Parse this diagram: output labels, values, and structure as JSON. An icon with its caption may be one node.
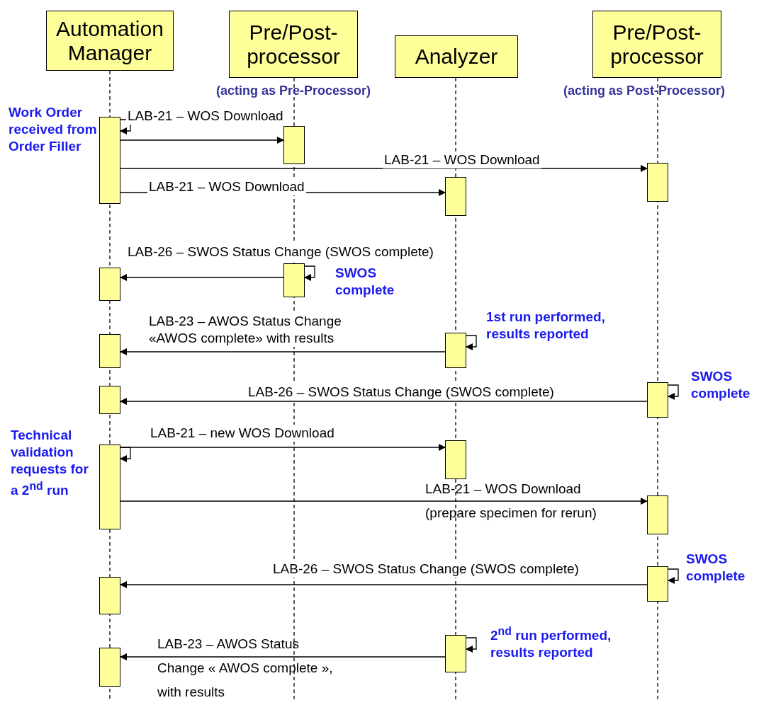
{
  "diagram": {
    "nodes": [
      {
        "text": [
          "Automation Manager"
        ]
      },
      {
        "text": [
          "Pre/Post-processor"
        ],
        "beside": [
          "(acting as Pre-Processor)"
        ]
      },
      {
        "text": [
          "Analyzer"
        ]
      },
      {
        "text": [
          "Pre/Post-processor"
        ],
        "beside": [
          "(acting as Post-Processor)"
        ]
      },
      {
        "text": [],
        "shape": "bar"
      },
      {
        "text": [],
        "shape": "bar"
      },
      {
        "text": [],
        "shape": "bar"
      },
      {
        "text": [],
        "shape": "bar"
      },
      {
        "text": [],
        "shape": "bar"
      },
      {
        "text": [],
        "shape": "bar"
      },
      {
        "text": [],
        "shape": "bar"
      },
      {
        "text": [],
        "shape": "bar"
      },
      {
        "text": [],
        "shape": "bar"
      },
      {
        "text": [],
        "shape": "bar"
      },
      {
        "text": [],
        "shape": "bar"
      },
      {
        "text": [],
        "shape": "bar"
      },
      {
        "text": [],
        "shape": "bar"
      },
      {
        "text": [],
        "shape": "bar"
      },
      {
        "text": [],
        "shape": "bar"
      },
      {
        "text": [],
        "shape": "bar"
      },
      {
        "text": [],
        "shape": "bar"
      }
    ],
    "edges": [
      {
        "from": 4,
        "to": 4,
        "arrow": "to",
        "label": "Work Order received from Order Filler"
      },
      {
        "from": 4,
        "to": 11,
        "arrow": "to",
        "label": "LAB-21 – WOS Download"
      },
      {
        "from": 4,
        "to": 17,
        "arrow": "to",
        "label": "LAB-21 – WOS Download"
      },
      {
        "from": 4,
        "to": 13,
        "arrow": "to",
        "label": "LAB-21 – WOS Download"
      },
      {
        "from": 12,
        "to": 12,
        "arrow": "to",
        "label": "SWOS complete"
      },
      {
        "from": 12,
        "to": 5,
        "arrow": "to",
        "label": "LAB-26 – SWOS Status Change (SWOS complete)"
      },
      {
        "from": 14,
        "to": 14,
        "arrow": "to",
        "label": "1st run performed, results reported"
      },
      {
        "from": 14,
        "to": 6,
        "arrow": "to",
        "label": "LAB-23 – AWOS Status Change «AWOS complete» with results"
      },
      {
        "from": 18,
        "to": 18,
        "arrow": "to",
        "label": "SWOS complete"
      },
      {
        "from": 18,
        "to": 7,
        "arrow": "to",
        "label": "LAB-26 – SWOS Status Change (SWOS complete)"
      },
      {
        "from": 8,
        "to": 8,
        "arrow": "to",
        "label": "Technical validation requests for a 2$^{nd}$ run"
      },
      {
        "from": 8,
        "to": 15,
        "arrow": "to",
        "label": "LAB-21 –  new WOS Download"
      },
      {
        "from": 8,
        "to": 19,
        "arrow": "to",
        "label": "LAB-21 – WOS Download (prepare specimen for rerun)"
      },
      {
        "from": 20,
        "to": 20,
        "arrow": "to",
        "label": "SWOS complete"
      },
      {
        "from": 20,
        "to": 9,
        "arrow": "to",
        "label": "LAB-26 – SWOS Status Change (SWOS complete)"
      },
      {
        "from": 16,
        "to": 16,
        "arrow": "to",
        "label": "2$^{nd}$ run performed, results reported"
      },
      {
        "from": 16,
        "to": 10,
        "arrow": "to",
        "label": "LAB-23 – AWOS Status Change « AWOS complete », with results"
      }
    ]
  }
}
